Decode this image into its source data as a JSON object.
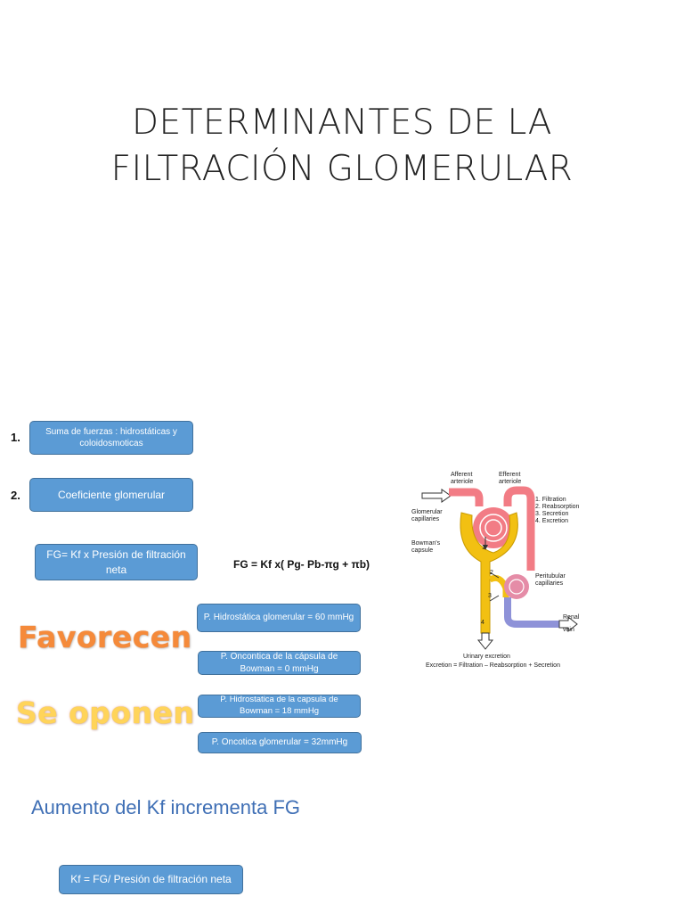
{
  "title": {
    "line1": "DETERMINANTES DE LA",
    "line2": "FILTRACIÓN GLOMERULAR"
  },
  "items": [
    {
      "number": "1.",
      "text": "Suma de fuerzas : hidrostáticas y coloidosmoticas"
    },
    {
      "number": "2.",
      "text": "Coeficiente glomerular"
    }
  ],
  "fg_box": "FG= Kf x Presión de filtración neta",
  "formula": "FG = Kf x( Pg- Pb-πg + πb)",
  "favorecen": {
    "label": "Favorecen",
    "items": [
      "P. Hidrostática glomerular = 60 mmHg",
      "P. Oncontica de la cápsula de Bowman = 0 mmHg"
    ]
  },
  "se_oponen": {
    "label": "Se oponen",
    "items": [
      "P. Hidrostatica de la capsula de Bowman = 18 mmHg",
      "P. Oncotica glomerular = 32mmHg"
    ]
  },
  "aumento": "Aumento del Kf incrementa FG",
  "kf_box": "Kf = FG/ Presión de filtración neta",
  "diagram": {
    "labels": {
      "afferent": [
        "Afferent",
        "arteriole"
      ],
      "efferent": [
        "Efferent",
        "arteriole"
      ],
      "glomerular": [
        "Glomerular",
        "capillaries"
      ],
      "bowmans": [
        "Bowman's",
        "capsule"
      ],
      "peritubular": [
        "Peritubular",
        "capillaries"
      ],
      "renal": [
        "Renal",
        "vein"
      ],
      "urinary": "Urinary excretion",
      "equation": "Excretion = Filtration – Reabsorption + Secretion"
    },
    "steps": [
      "1. Filtration",
      "2. Reabsorption",
      "3. Secretion",
      "4. Excretion"
    ],
    "step_numbers": [
      "1",
      "2",
      "3",
      "4"
    ],
    "colors": {
      "artery": "#f27c85",
      "capsule": "#f2c012",
      "vein": "#8e92d8"
    }
  }
}
